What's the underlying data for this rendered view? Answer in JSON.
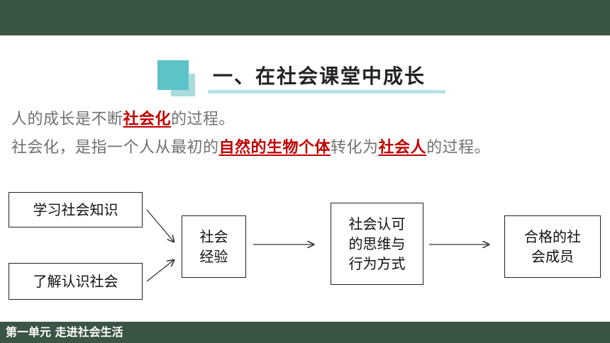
{
  "header": {
    "title": "一、在社会课堂中成长"
  },
  "lines": {
    "line1": {
      "pre": "人的成长是不断",
      "hl": "社会化",
      "post": "的过程。"
    },
    "line2": {
      "pre": "社会化，是指一个人从最初的",
      "hl1": "自然的生物个体",
      "mid": "转化为",
      "hl2": "社会人",
      "post": "的过程。"
    }
  },
  "diagram": {
    "box1": "学习社会知识",
    "box2": "了解认识社会",
    "box3": [
      "社会",
      "经验"
    ],
    "box4": [
      "社会认可",
      "的思维与",
      "行为方式"
    ],
    "box5": [
      "合格的社",
      "会成员"
    ]
  },
  "footer": {
    "text": "第一单元 走进社会生活"
  },
  "colors": {
    "bar": "#3b5545",
    "accent": "#5cc4c9",
    "highlight": "#c00000"
  }
}
